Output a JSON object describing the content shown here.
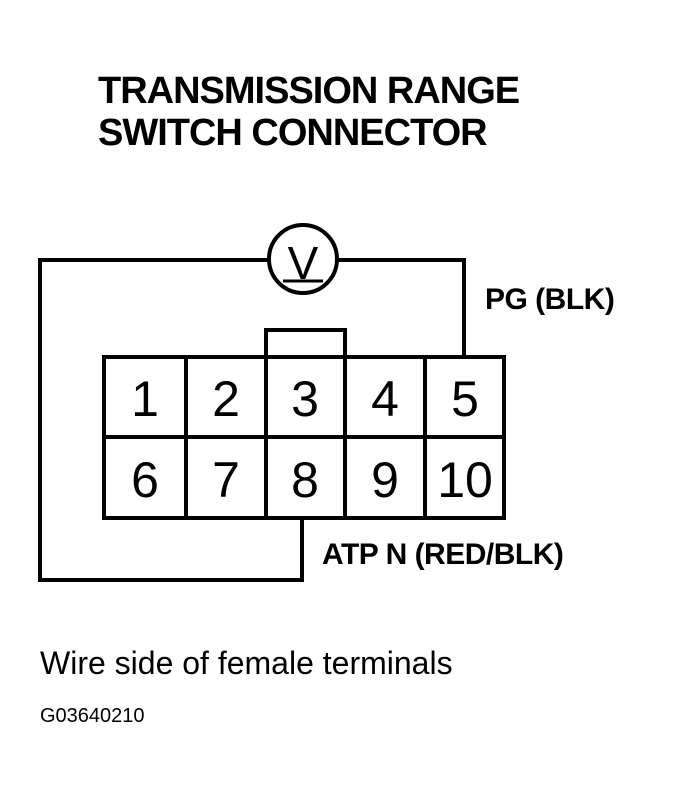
{
  "title": {
    "line1": "TRANSMISSION RANGE",
    "line2": "SWITCH CONNECTOR"
  },
  "meter": {
    "symbol": "V",
    "icon": "voltmeter-icon"
  },
  "connector": {
    "row1": [
      "1",
      "2",
      "3",
      "4",
      "5"
    ],
    "row2": [
      "6",
      "7",
      "8",
      "9",
      "10"
    ]
  },
  "labels": {
    "pg": "PG (BLK)",
    "atp": "ATP N (RED/BLK)"
  },
  "caption": "Wire side of female terminals",
  "figure_code": "G03640210"
}
